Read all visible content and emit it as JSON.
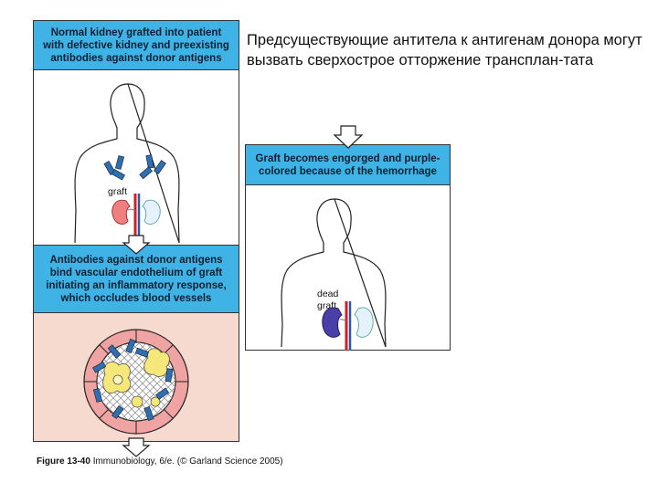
{
  "panels": [
    {
      "header": "Normal kidney grafted into patient with defective kidney and preexisting antibodies against donor antigens",
      "label": "graft"
    },
    {
      "header": "Antibodies against donor antigens bind vascular endothelium of graft initiating an inflammatory response, which occludes blood vessels"
    },
    {
      "header": "Graft becomes engorged and purple-colored because of the hemorrhage",
      "label_line1": "dead",
      "label_line2": "graft"
    }
  ],
  "caption_ru": "Предсуществующие антитела к антигенам донора могут вызвать сверхострое отторжение трансплан-тата",
  "figure_caption": {
    "figure": "Figure 13-40",
    "source": "Immunobiology, 6/e. (© Garland Science 2005)"
  },
  "colors": {
    "header_blue": "#3fb2e6",
    "healthy_kidney": "#f08080",
    "dead_kidney": "#4a3fa8",
    "antibody": "#2f6fb0",
    "vessel_bg": "#f6d9cf"
  }
}
